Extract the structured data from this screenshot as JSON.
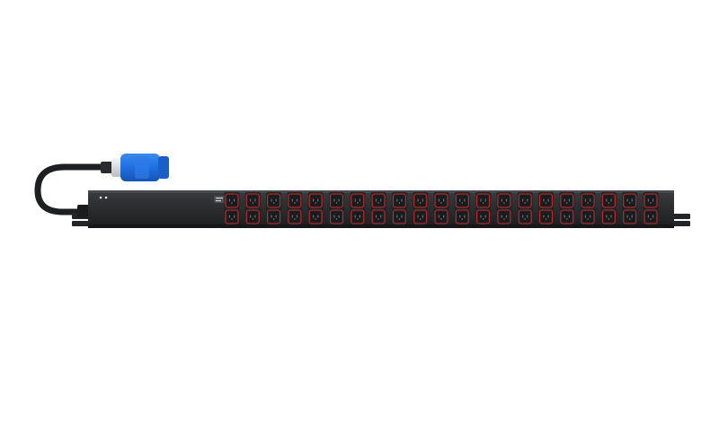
{
  "product": {
    "brand_logo": "logo-mark",
    "body_color": "#2b2c2e",
    "body_edge_color": "#161719",
    "outlet_color": "#1a1b1d",
    "outlet_ring_color": "#c0282d",
    "plug_color": "#1f6fe0",
    "plug_ring_color": "#e6e8ea",
    "cable_color": "#1e1f21",
    "status_led_color": "#e8e8e8"
  },
  "outlets": {
    "groups": 21,
    "sockets_per_group": 2,
    "type": "IEC C13 locking"
  },
  "mounting": {
    "bracket_count_each_end": 2
  }
}
